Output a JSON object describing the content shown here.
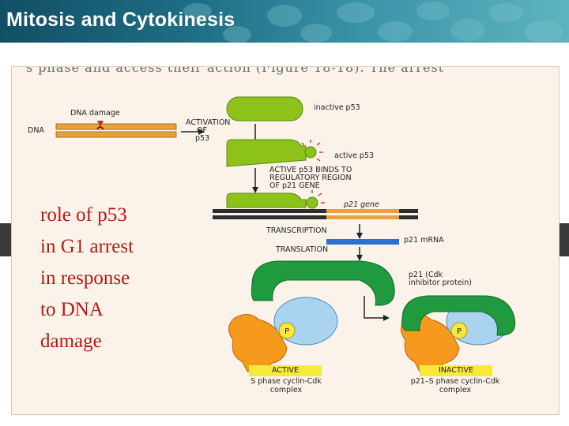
{
  "header": {
    "title": "Mitosis and Cytokinesis"
  },
  "figure": {
    "top_cutoff_text": "s phase and access their action (Figure 18-18). The arrest",
    "labels": {
      "dna_damage": "DNA damage",
      "dna": "DNA",
      "activation_l1": "ACTIVATION",
      "activation_l2": "OF",
      "activation_l3": "p53",
      "inactive_p53": "inactive p53",
      "active_p53": "active p53",
      "binds_l1": "ACTIVE p53 BINDS TO",
      "binds_l2": "REGULATORY REGION",
      "binds_l3": "OF p21 GENE",
      "p21_gene": "p21 gene",
      "transcription": "TRANSCRIPTION",
      "p21_mrna": "p21 mRNA",
      "translation": "TRANSLATION",
      "p21_protein_l1": "p21 (Cdk",
      "p21_protein_l2": "inhibitor protein)",
      "phosphate": "P"
    },
    "complexes": {
      "active_badge": "ACTIVE",
      "active_sub_l1": "S phase cyclin-Cdk",
      "active_sub_l2": "complex",
      "inactive_badge": "INACTIVE",
      "inactive_sub_l1": "p21–S phase cyclin-Cdk",
      "inactive_sub_l2": "complex"
    },
    "caption_lines": [
      "role of p53",
      "in G1 arrest",
      "in response",
      "to DNA",
      "damage"
    ]
  },
  "colors": {
    "banner": "#1f6f86",
    "protein_green": "#8cc21a",
    "dna_orange": "#e9a23b",
    "mrna_blue": "#2b6fd1",
    "p21_green": "#1f9a3e",
    "cyclin_blue": "#a9d3ef",
    "cdk_orange": "#f59a1c",
    "badge_yellow": "#f7e93c",
    "caption_red": "#b21a14"
  }
}
